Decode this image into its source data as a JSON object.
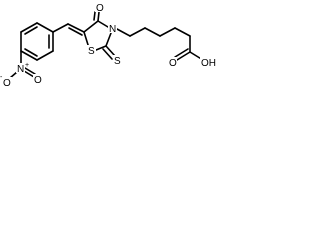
{
  "structure": {
    "atoms": {
      "nitro_n": "N",
      "nitro_o_minus": "O",
      "nitro_charge_minus": "-",
      "nitro_o_double": "O",
      "nitro_charge_plus": "+",
      "ring_s": "S",
      "thione_s": "S",
      "ring_n": "N",
      "carbonyl_o": "O",
      "acid_o_double": "O",
      "acid_oh": "OH"
    }
  }
}
